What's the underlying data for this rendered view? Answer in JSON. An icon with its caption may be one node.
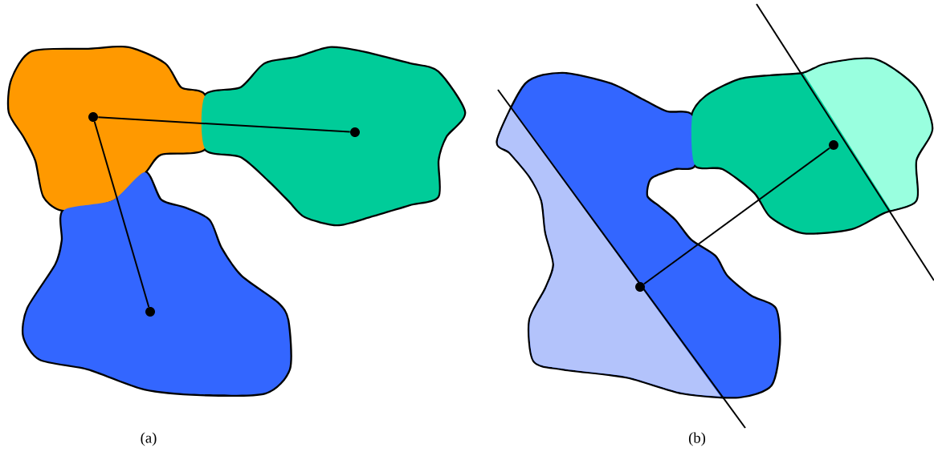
{
  "diagram": {
    "nodes": [
      {
        "text": [],
        "shape": "circle"
      },
      {
        "text": [],
        "shape": "circle"
      },
      {
        "text": [],
        "shape": "circle"
      },
      {
        "text": [],
        "shape": "circle"
      },
      {
        "text": [],
        "shape": "circle"
      }
    ],
    "edges": [
      {
        "from": 0,
        "to": 1,
        "arrow": "none"
      },
      {
        "from": 0,
        "to": 2,
        "arrow": "none"
      },
      {
        "from": 3,
        "to": 4,
        "arrow": "none"
      }
    ],
    "labels": [
      "(a)",
      "(b)"
    ]
  }
}
